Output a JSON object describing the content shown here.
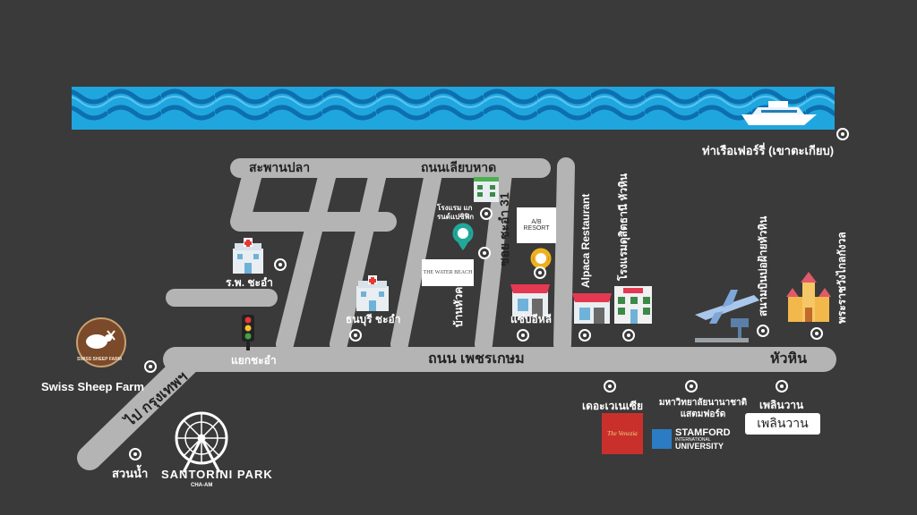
{
  "sea": {
    "ferry_label": "ท่าเรือเฟอร์รี่ (เขาตะเกียบ)"
  },
  "roads": {
    "fish_bridge": "สะพานปลา",
    "beach_road": "ถนนเลียบหาด",
    "phetkasem": "ถนน เพชรเกษม",
    "to_bangkok": "ไป กรุงเทพฯ",
    "soi_31": "ซอย ชะอำ 31",
    "junction": "แยกชะอำ",
    "hua_hin": "หัวหิน"
  },
  "places": {
    "hospital_chaam": "ร.พ. ชะอำ",
    "thonburi_chaam": "ธนบุรี ชะอำ",
    "grand_pacific": "โรงแรม แกรนด์แปซิฟิก",
    "baan_huakrab": "บ้านหัวครบ",
    "water_beach_logo": "THE WATER BEACH",
    "ab_resort_logo_1": "A/B",
    "ab_resort_logo_2": "RESORT",
    "zab_eli": "แซ่บอีหลี",
    "alpaca": "Alpaca Restaurant",
    "dusit": "โรงแรมดุสิตธานี หัวหิน",
    "airport": "สนามบินบ่อฝ้ายหัวหิน",
    "klai_kangwon": "พระราชวังไกลกังวล",
    "swiss_sheep": "Swiss Sheep Farm",
    "swiss_sheep_logo": "SWISS SHEEP FARM",
    "water_park": "สวนน้ำ",
    "santorini": "SANTORINI PARK",
    "santorini_sub": "CHA-AM",
    "venezia": "เดอะเวเนเซีย",
    "venezia_logo": "The Venezia",
    "stamford": "มหาวิทยาลัยนานาชาติ แสตมฟอร์ด",
    "stamford_logo_1": "STAMFORD",
    "stamford_logo_2": "INTERNATIONAL",
    "stamford_logo_3": "UNIVERSITY",
    "plearnwan": "เพลินวาน",
    "plearnwan_logo": "เพลินวาน"
  },
  "colors": {
    "background": "#3a3a3a",
    "road": "#b4b4b4",
    "sea": "#1fa6df",
    "sea_dark": "#0e6fae",
    "pin_teal": "#22a89a",
    "pin_yellow": "#f1b11e"
  }
}
